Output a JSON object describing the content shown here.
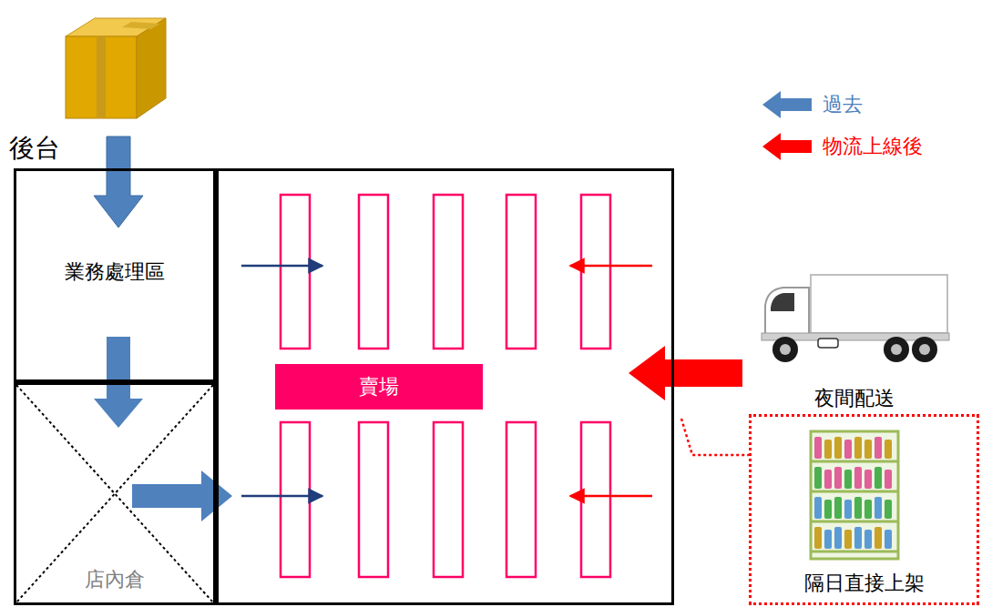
{
  "diagram": {
    "nodes": [
      {
        "text": [
          "業務處理區"
        ]
      },
      {
        "text": [
          "店內倉"
        ]
      },
      {
        "text": [
          "賣場"
        ]
      },
      {
        "text": [
          "夜間配送"
        ]
      },
      {
        "text": [
          "隔日直接上架"
        ]
      }
    ],
    "edges": [
      {
        "from": 0,
        "to": 1,
        "arrow": "to"
      },
      {
        "from": 1,
        "to": 2,
        "arrow": "to"
      },
      {
        "from": 3,
        "to": 2,
        "arrow": "to"
      }
    ],
    "labels": [
      "後台"
    ],
    "legend": [
      {
        "text": "過去",
        "color": "#4f81bd"
      },
      {
        "text": "物流上線後",
        "color": "#ff0000"
      }
    ]
  }
}
